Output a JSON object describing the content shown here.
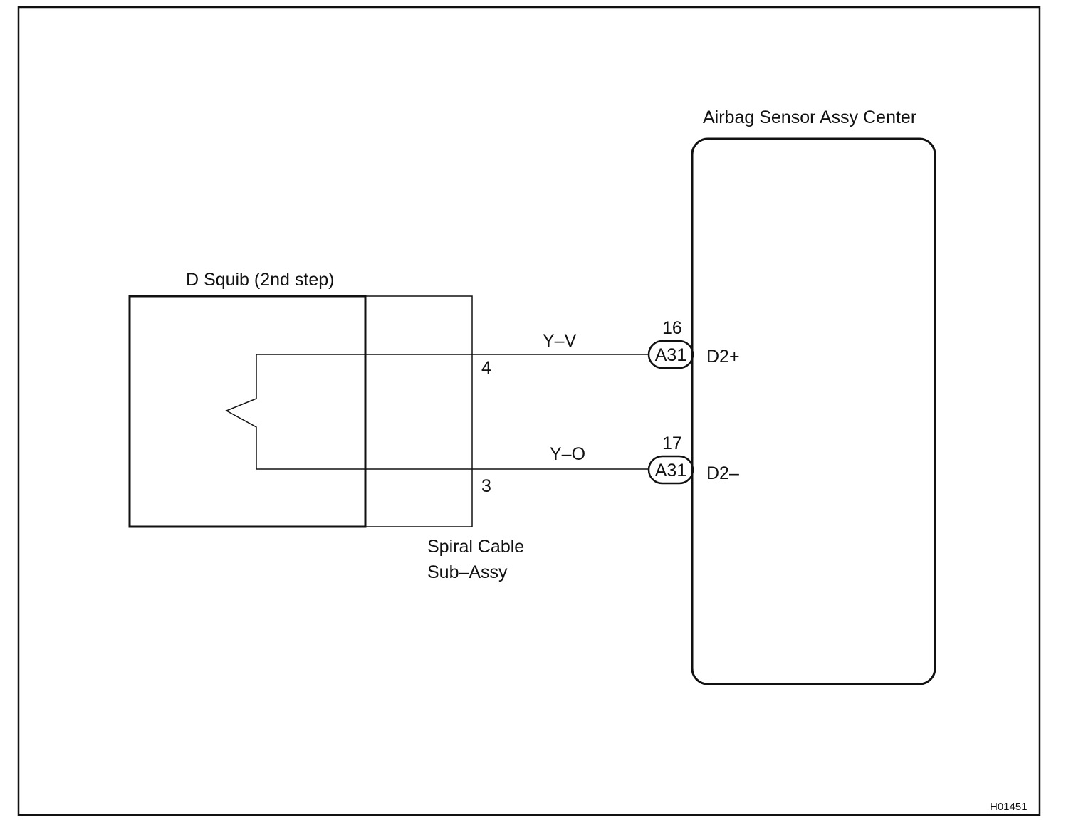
{
  "components": {
    "squib": {
      "label": "D Squib (2nd step)"
    },
    "spiral_cable": {
      "label_line1": "Spiral Cable",
      "label_line2": "Sub–Assy"
    },
    "sensor": {
      "label": "Airbag Sensor Assy Center"
    }
  },
  "wires": [
    {
      "color_code": "Y–V",
      "spiral_terminal": "4",
      "connector": "A31",
      "pin": "16",
      "signal": "D2+"
    },
    {
      "color_code": "Y–O",
      "spiral_terminal": "3",
      "connector": "A31",
      "pin": "17",
      "signal": "D2–"
    }
  ],
  "figure_code": "H01451"
}
